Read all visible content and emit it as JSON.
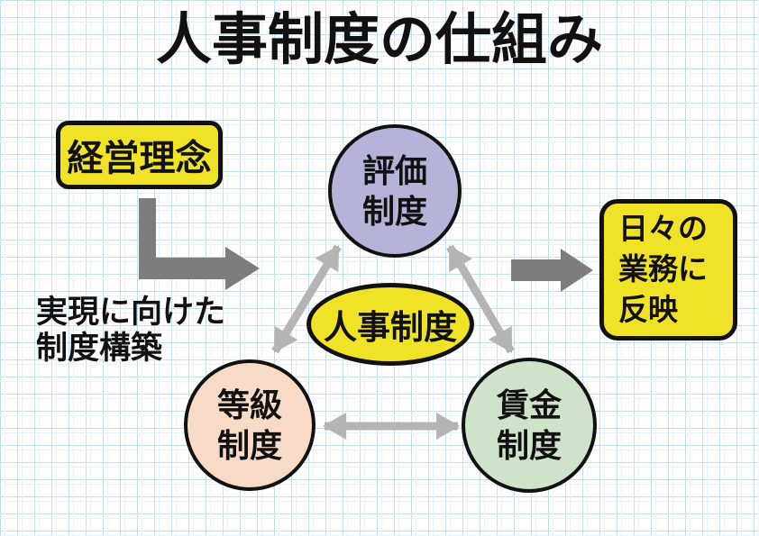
{
  "title": "人事制度の仕組み",
  "philosophy_box": {
    "label": "経営理念"
  },
  "note": {
    "lines": [
      "実現に向けた",
      "制度構築"
    ]
  },
  "center_ellipse": {
    "label": "人事制度"
  },
  "circles": {
    "evaluation": {
      "lines": [
        "評価",
        "制度"
      ]
    },
    "grade": {
      "lines": [
        "等級",
        "制度"
      ]
    },
    "wage": {
      "lines": [
        "賃金",
        "制度"
      ]
    }
  },
  "outcome_box": {
    "lines": [
      "日々の",
      "業務に",
      "反映"
    ]
  },
  "colors": {
    "highlight_yellow": "#f0e227",
    "evaluation_purple": "#b5b3d8",
    "grade_peach": "#f8dbc7",
    "wage_green": "#cfe3ca",
    "dark_arrow_gray": "#7d7d7d",
    "light_arrow_gray": "#b4b4b4",
    "grid_blue": "#c4def2",
    "outline_black": "#111111"
  }
}
